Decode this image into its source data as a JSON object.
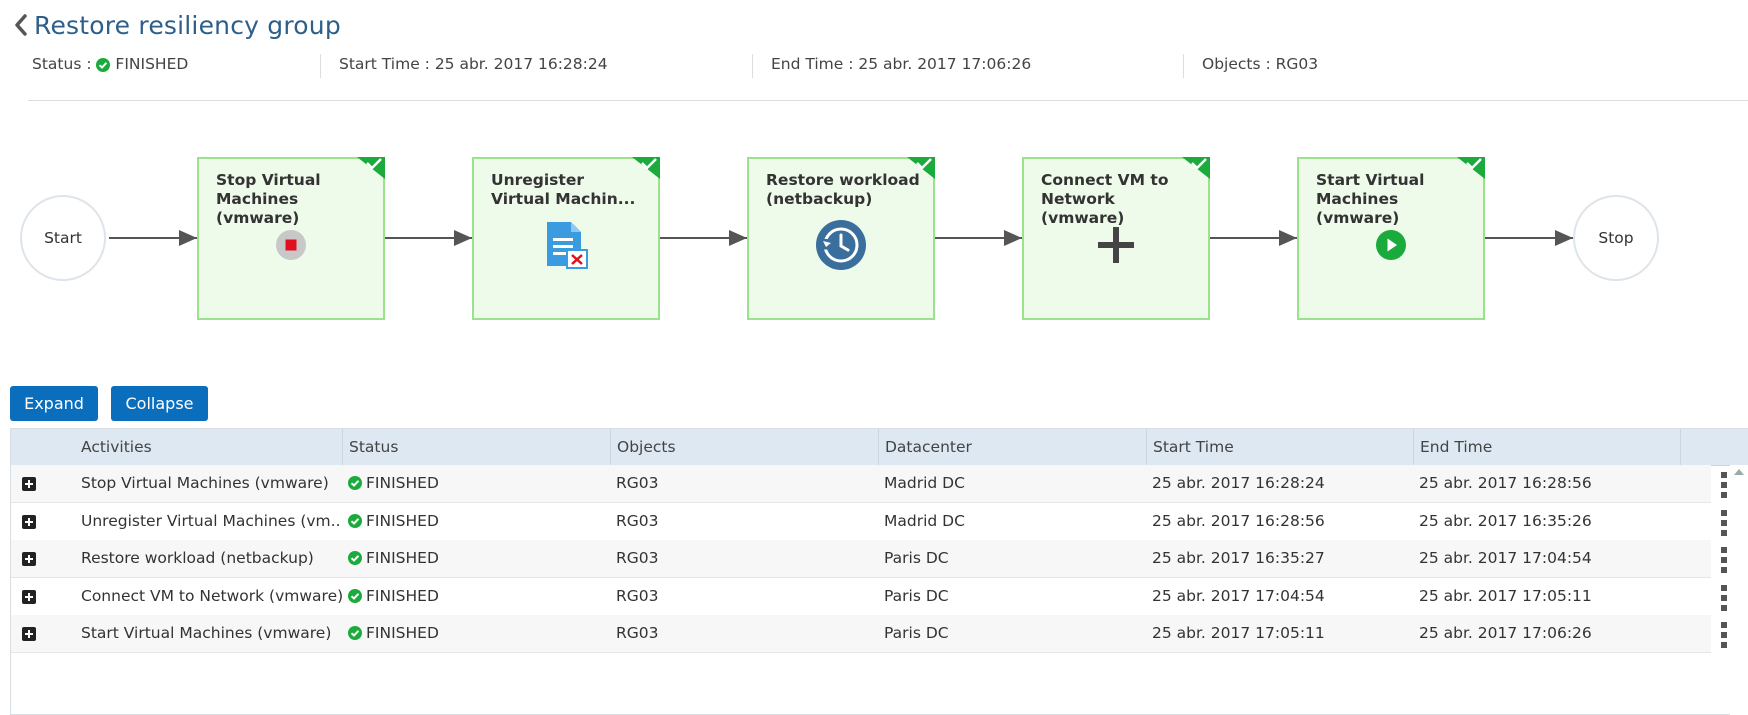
{
  "header": {
    "title": "Restore resiliency group"
  },
  "meta": {
    "status_label": "Status :",
    "status_value": "FINISHED",
    "start_label": "Start Time :",
    "start_value": "25 abr. 2017 16:28:24",
    "end_label": "End Time :",
    "end_value": "25 abr. 2017 17:06:26",
    "objects_label": "Objects :",
    "objects_value": "RG03"
  },
  "flow": {
    "start": "Start",
    "stop": "Stop",
    "steps": [
      {
        "line1": "Stop Virtual",
        "line2": "Machines (vmware)",
        "icon": "stop-icon"
      },
      {
        "line1": "Unregister",
        "line2": "Virtual Machin...",
        "icon": "unregister-document-icon"
      },
      {
        "line1": "Restore workload",
        "line2": "(netbackup)",
        "icon": "restore-clock-icon"
      },
      {
        "line1": "Connect VM to",
        "line2": "Network (vmware)",
        "icon": "plus-icon"
      },
      {
        "line1": "Start Virtual",
        "line2": "Machines (vmware)",
        "icon": "play-icon"
      }
    ]
  },
  "buttons": {
    "expand": "Expand",
    "collapse": "Collapse"
  },
  "table": {
    "columns": [
      "Activities",
      "Status",
      "Objects",
      "Datacenter",
      "Start Time",
      "End Time"
    ],
    "rows": [
      {
        "activity": "Stop Virtual Machines (vmware)",
        "status": "FINISHED",
        "objects": "RG03",
        "datacenter": "Madrid DC",
        "start": "25 abr. 2017 16:28:24",
        "end": "25 abr. 2017 16:28:56"
      },
      {
        "activity": "Unregister Virtual Machines (vm...",
        "status": "FINISHED",
        "objects": "RG03",
        "datacenter": "Madrid DC",
        "start": "25 abr. 2017 16:28:56",
        "end": "25 abr. 2017 16:35:26"
      },
      {
        "activity": "Restore workload (netbackup)",
        "status": "FINISHED",
        "objects": "RG03",
        "datacenter": "Paris DC",
        "start": "25 abr. 2017 16:35:27",
        "end": "25 abr. 2017 17:04:54"
      },
      {
        "activity": "Connect VM to Network (vmware)",
        "status": "FINISHED",
        "objects": "RG03",
        "datacenter": "Paris DC",
        "start": "25 abr. 2017 17:04:54",
        "end": "25 abr. 2017 17:05:11"
      },
      {
        "activity": "Start Virtual Machines (vmware)",
        "status": "FINISHED",
        "objects": "RG03",
        "datacenter": "Paris DC",
        "start": "25 abr. 2017 17:05:11",
        "end": "25 abr. 2017 17:06:26"
      }
    ]
  },
  "colors": {
    "accent": "#0a6ebd",
    "success": "#1aab3c",
    "step_border": "#9be28f",
    "step_fill": "#eefaea"
  }
}
